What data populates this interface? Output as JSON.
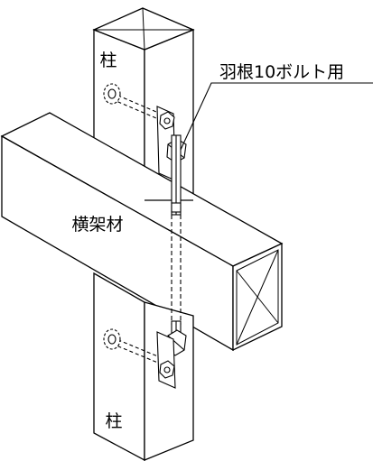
{
  "diagram": {
    "labels": {
      "pillar_top": "柱",
      "pillar_bottom": "柱",
      "beam": "横架材",
      "bolt_callout": "羽根10ボルト用"
    }
  }
}
